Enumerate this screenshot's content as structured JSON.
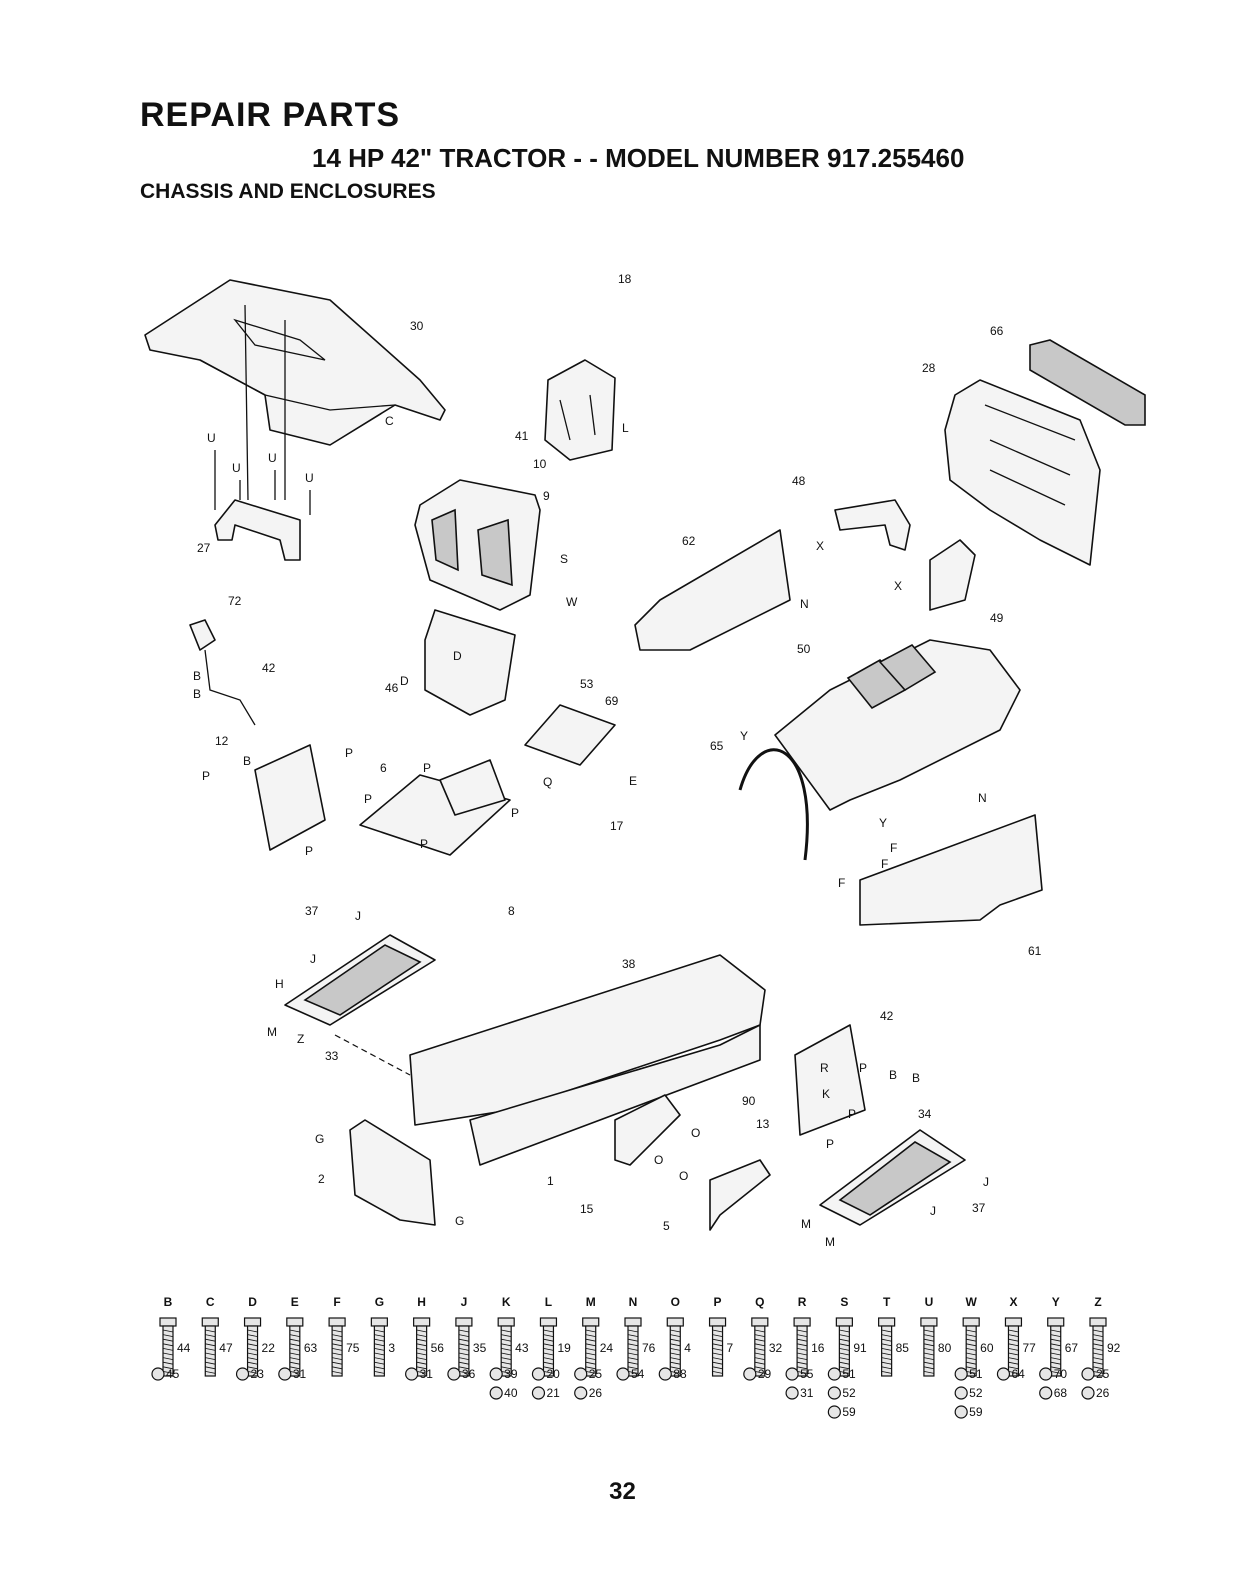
{
  "header": {
    "title": "REPAIR PARTS",
    "subtitle": "14 HP 42\" TRACTOR - - MODEL NUMBER 917.255460",
    "section": "CHASSIS AND ENCLOSURES"
  },
  "diagram": {
    "callouts": [
      "30",
      "18",
      "66",
      "28",
      "41",
      "10",
      "9",
      "48",
      "62",
      "27",
      "72",
      "42",
      "46",
      "53",
      "69",
      "50",
      "49",
      "65",
      "12",
      "6",
      "17",
      "8",
      "61",
      "37",
      "38",
      "42",
      "33",
      "90",
      "13",
      "34",
      "2",
      "1",
      "15",
      "5",
      "37"
    ],
    "letters": [
      "U",
      "U",
      "U",
      "U",
      "C",
      "L",
      "S",
      "W",
      "N",
      "X",
      "X",
      "D",
      "D",
      "B",
      "B",
      "B",
      "P",
      "P",
      "P",
      "P",
      "P",
      "P",
      "P",
      "Q",
      "E",
      "Y",
      "Y",
      "F",
      "F",
      "F",
      "N",
      "J",
      "J",
      "H",
      "M",
      "Z",
      "G",
      "G",
      "O",
      "O",
      "O",
      "R",
      "K",
      "P",
      "P",
      "P",
      "B",
      "B",
      "J",
      "J",
      "M",
      "M"
    ]
  },
  "hardware": {
    "columns": [
      "B",
      "C",
      "D",
      "E",
      "F",
      "G",
      "H",
      "J",
      "K",
      "L",
      "M",
      "N",
      "O",
      "P",
      "Q",
      "R",
      "S",
      "T",
      "U",
      "W",
      "X",
      "Y",
      "Z"
    ],
    "items": [
      {
        "col": "B",
        "parts": [
          "44",
          "45"
        ]
      },
      {
        "col": "C",
        "parts": [
          "47"
        ]
      },
      {
        "col": "D",
        "parts": [
          "22",
          "23"
        ]
      },
      {
        "col": "E",
        "parts": [
          "63",
          "31"
        ]
      },
      {
        "col": "F",
        "parts": [
          "75"
        ]
      },
      {
        "col": "G",
        "parts": [
          "3"
        ]
      },
      {
        "col": "H",
        "parts": [
          "56",
          "31"
        ]
      },
      {
        "col": "J",
        "parts": [
          "35",
          "36"
        ]
      },
      {
        "col": "K",
        "parts": [
          "43",
          "39",
          "40"
        ]
      },
      {
        "col": "L",
        "parts": [
          "19",
          "20",
          "21"
        ]
      },
      {
        "col": "M",
        "parts": [
          "24",
          "25",
          "26"
        ]
      },
      {
        "col": "N",
        "parts": [
          "76",
          "54"
        ]
      },
      {
        "col": "O",
        "parts": [
          "4",
          "88"
        ]
      },
      {
        "col": "P",
        "parts": [
          "7"
        ]
      },
      {
        "col": "Q",
        "parts": [
          "32",
          "29"
        ]
      },
      {
        "col": "R",
        "parts": [
          "16",
          "55",
          "31"
        ]
      },
      {
        "col": "S",
        "parts": [
          "91",
          "51",
          "52",
          "59"
        ]
      },
      {
        "col": "T",
        "parts": [
          "85"
        ]
      },
      {
        "col": "U",
        "parts": [
          "80"
        ]
      },
      {
        "col": "W",
        "parts": [
          "60",
          "51",
          "52",
          "59"
        ]
      },
      {
        "col": "X",
        "parts": [
          "77",
          "64"
        ]
      },
      {
        "col": "Y",
        "parts": [
          "67",
          "70",
          "68"
        ]
      },
      {
        "col": "Z",
        "parts": [
          "92",
          "25",
          "26"
        ]
      }
    ]
  },
  "page_number": "32"
}
